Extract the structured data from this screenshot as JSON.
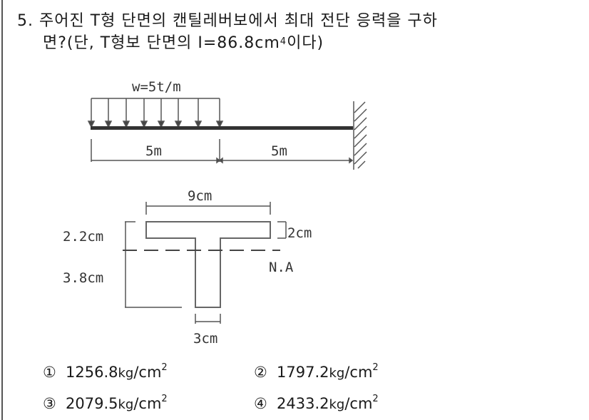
{
  "question": {
    "number": "5.",
    "line1": "주어진 T형 단면의 캔틸레버보에서 최대 전단 응력을 구하",
    "line2_pre": "면?(단, T형보 단면의 I=86.8cm",
    "line2_sup": "4",
    "line2_post": "이다)"
  },
  "beam_diagram": {
    "load_label": "w=5t/m",
    "span_left_label": "5m",
    "span_right_label": "5m",
    "support": "fixed"
  },
  "section_diagram": {
    "flange_width_label": "9cm",
    "flange_thickness_label": "2cm",
    "top_to_na_label": "2.2cm",
    "na_to_bottom_label": "3.8cm",
    "web_width_label": "3cm",
    "neutral_axis_label": "N.A"
  },
  "choices": [
    {
      "num": "①",
      "value": "1256.8",
      "unit": "kg",
      "unit2": "/cm",
      "sup": "2"
    },
    {
      "num": "②",
      "value": "1797.2",
      "unit": "kg",
      "unit2": "/cm",
      "sup": "2"
    },
    {
      "num": "③",
      "value": "2079.5",
      "unit": "kg",
      "unit2": "/cm",
      "sup": "2"
    },
    {
      "num": "④",
      "value": "2433.2",
      "unit": "kg",
      "unit2": "/cm",
      "sup": "2"
    }
  ]
}
